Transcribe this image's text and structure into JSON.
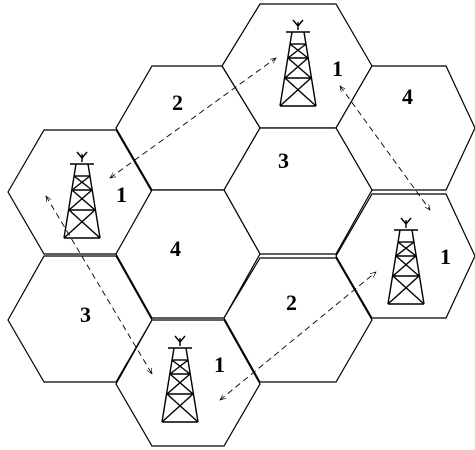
{
  "cells": [
    {
      "id": "top",
      "label": ""
    },
    {
      "id": "top-left",
      "label": "2"
    },
    {
      "id": "center-top",
      "label": "3"
    },
    {
      "id": "right-top",
      "label": "4"
    },
    {
      "id": "left-top",
      "label": ""
    },
    {
      "id": "center",
      "label": "4"
    },
    {
      "id": "right-mid",
      "label": ""
    },
    {
      "id": "left-bottom",
      "label": "3"
    },
    {
      "id": "center-bottom",
      "label": "2"
    },
    {
      "id": "bottom",
      "label": ""
    }
  ],
  "towers": [
    {
      "id": "top",
      "label": "1"
    },
    {
      "id": "left",
      "label": "1"
    },
    {
      "id": "right",
      "label": "1"
    },
    {
      "id": "bottom",
      "label": "1"
    }
  ],
  "colors": {
    "line": "#000000",
    "fill": "#ffffff"
  }
}
